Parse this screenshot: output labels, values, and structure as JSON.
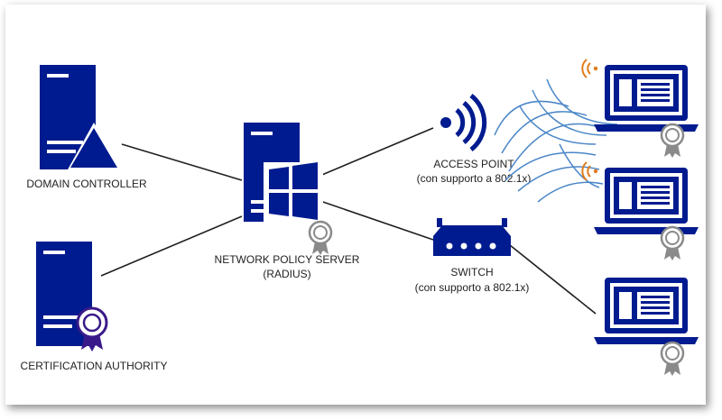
{
  "colors": {
    "device": "#001b8f",
    "device_light": "#ffffff",
    "link": "#1f1f1f",
    "wifi_arc": "#4a86c8",
    "wifi_signal": "#e07b1a",
    "certificate": "#8a8a8a",
    "ca_certificate": "#3a1a8a"
  },
  "icons": {
    "domain_controller": "server-icon",
    "certification_authority": "server-icon",
    "nps": "windows-server-icon",
    "access_point": "wifi-antenna-icon",
    "switch": "network-switch-icon",
    "client": "laptop-icon",
    "certificate": "certificate-icon"
  },
  "labels": {
    "domain_controller": "DOMAIN CONTROLLER",
    "certification_authority": "CERTIFICATION AUTHORITY",
    "nps_line1": "NETWORK POLICY SERVER",
    "nps_line2": "(RADIUS)",
    "access_point_line1": "ACCESS POINT",
    "access_point_line2": "(con supporto a 802.1x)",
    "switch_line1": "SWITCH",
    "switch_line2": "(con supporto a 802.1x)"
  }
}
